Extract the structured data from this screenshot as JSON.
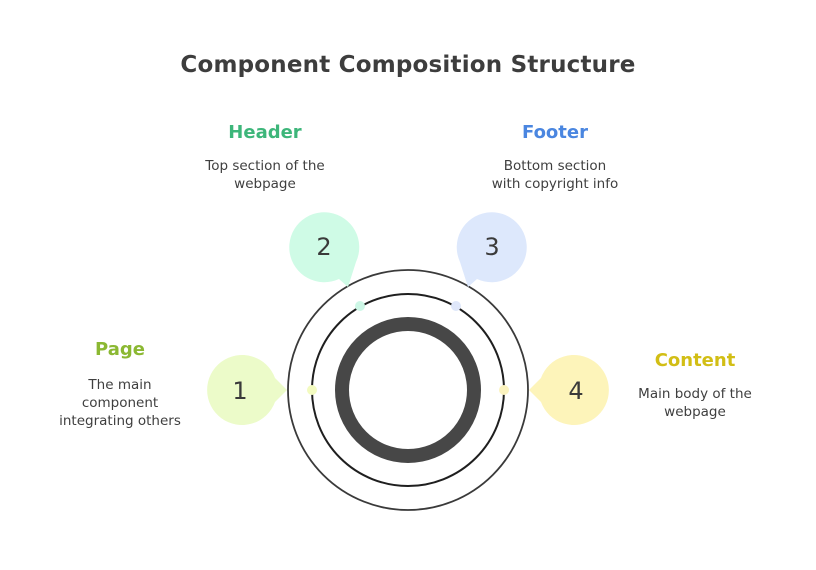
{
  "title": "Component Composition Structure",
  "items": [
    {
      "number": "1",
      "title": "Page",
      "description": "The main component integrating others",
      "description_lines": [
        "The main",
        "component",
        "integrating others"
      ],
      "title_color": "#8bb832",
      "bubble_color": "#ecfbc9",
      "dot_color": "#f3fbc0"
    },
    {
      "number": "2",
      "title": "Header",
      "description": "Top section of the webpage",
      "description_lines": [
        "Top section of the",
        "webpage"
      ],
      "title_color": "#3db67a",
      "bubble_color": "#cffbe6",
      "dot_color": "#cdf7e6"
    },
    {
      "number": "3",
      "title": "Footer",
      "description": "Bottom section with copyright info",
      "description_lines": [
        "Bottom section",
        "with copyright info"
      ],
      "title_color": "#4a86e0",
      "bubble_color": "#dde8fc",
      "dot_color": "#dfe7fa"
    },
    {
      "number": "4",
      "title": "Content",
      "description": "Main body of the webpage",
      "description_lines": [
        "Main body of the",
        "webpage"
      ],
      "title_color": "#d2be15",
      "bubble_color": "#fdf4ba",
      "dot_color": "#fbf3bf"
    }
  ]
}
